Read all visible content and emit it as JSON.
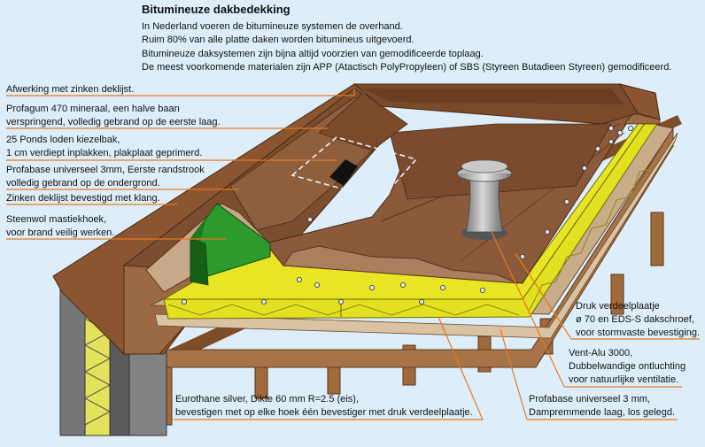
{
  "header": {
    "title": "Bitumineuze dakbedekking",
    "intro": [
      "In Nederland voeren de bitumineuze systemen de overhand.",
      "Ruim 80% van alle platte daken worden bitumineus uitgevoerd.",
      "Bitumineuze daksystemen zijn bijna altijd voorzien van gemodificeerde toplaag.",
      "De meest voorkomende materialen zijn APP (Atactisch PolyPropyleen) of SBS (Styreen Butadieen Styreen) gemodificeerd."
    ]
  },
  "labels_left": [
    {
      "id": "afwerking",
      "lines": [
        "Afwerking met zinken deklijst."
      ]
    },
    {
      "id": "profagum",
      "lines": [
        "Profagum 470 mineraal, een halve baan",
        "verspringend, volledig gebrand op de eerste laag."
      ]
    },
    {
      "id": "kiezelbak",
      "lines": [
        "25 Ponds loden kiezelbak,",
        "1 cm verdiept inplakken, plakplaat geprimerd."
      ]
    },
    {
      "id": "profabase-randstrook",
      "lines": [
        "Profabase universeel 3mm, Eerste randstrook",
        "volledig gebrand op de ondergrond."
      ]
    },
    {
      "id": "zinken-deklijst",
      "lines": [
        "Zinken deklijst bevestigd met klang."
      ]
    },
    {
      "id": "steenwol",
      "lines": [
        "Steenwol mastiekhoek,",
        "voor brand veilig  werken."
      ]
    }
  ],
  "labels_right": [
    {
      "id": "druk-verdeelplaatje",
      "lines": [
        "Druk verdeelplaatje",
        "ø 70 en EDS-S dakschroef,",
        "voor stormvaste bevestiging."
      ]
    },
    {
      "id": "vent-alu",
      "lines": [
        "Vent-Alu 3000,",
        "Dubbelwandige ontluchting",
        "voor natuurlijke ventilatie."
      ]
    },
    {
      "id": "profabase-dampremmend",
      "lines": [
        "Profabase universeel 3 mm,",
        "Dampremmende laag, los gelegd."
      ]
    }
  ],
  "labels_bottom": [
    {
      "id": "eurothane",
      "lines": [
        "Eurothane silver, Dikte 60 mm R=2.5 (eis),",
        "bevestigen met op elke hoek één bevestiger met druk verdeelplaatje."
      ]
    }
  ],
  "colors": {
    "background": "#ddeefa",
    "leader": "#e8771e",
    "roof_top": "#8a5a3a",
    "roof_panel": "#9a6a48",
    "bitumen_light": "#a97f5e",
    "insulation": "#e3e021",
    "steenwol": "#2c9a2c",
    "wall_grey": "#747678",
    "timber": "#a06a3c",
    "vent": "#a7a7a7"
  }
}
